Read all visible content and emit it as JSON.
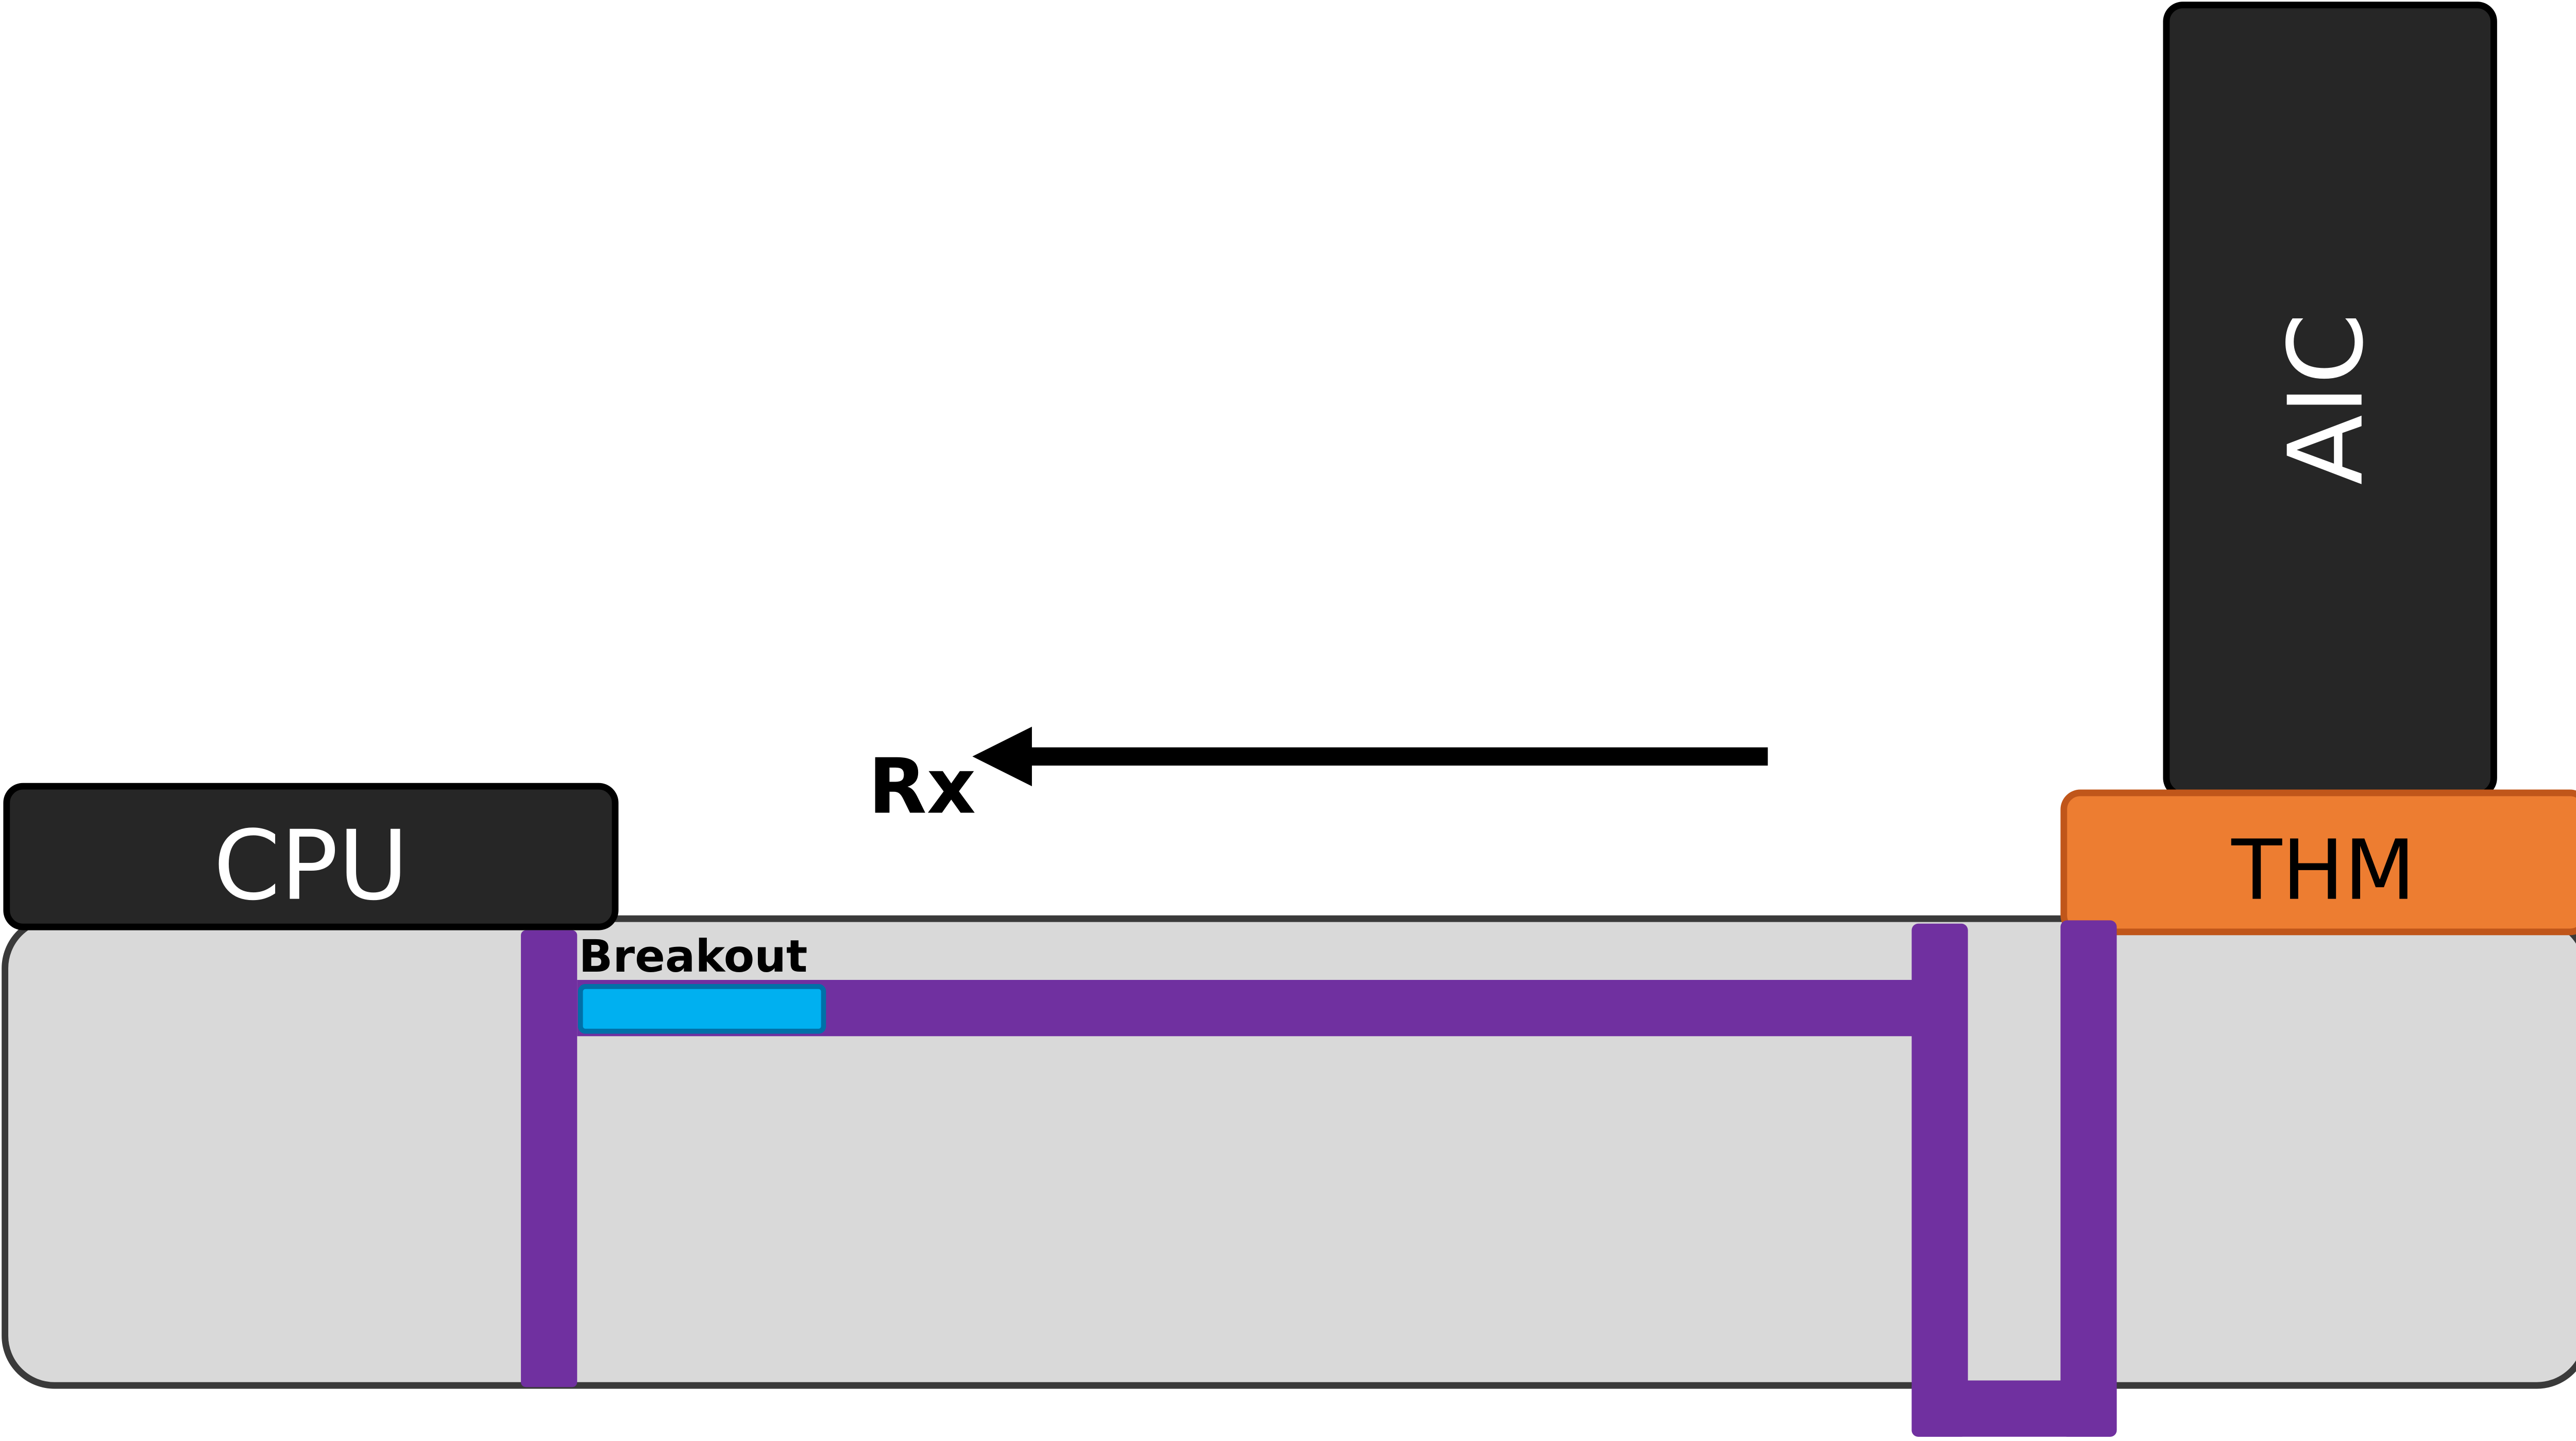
{
  "labels": {
    "cpu": "CPU",
    "thm": "THM",
    "aic": "AIC",
    "breakout": "Breakout",
    "direction": "Rx"
  },
  "colors": {
    "board_fill": "#d9d9d9",
    "board_stroke": "#3a3a3a",
    "component_dark": "#262626",
    "thm_fill": "#ed7d31",
    "thm_stroke": "#c0561a",
    "trace": "#7030a0",
    "breakout_fill": "#00b0f0",
    "breakout_stroke": "#0070a8",
    "arrow": "#000000"
  }
}
